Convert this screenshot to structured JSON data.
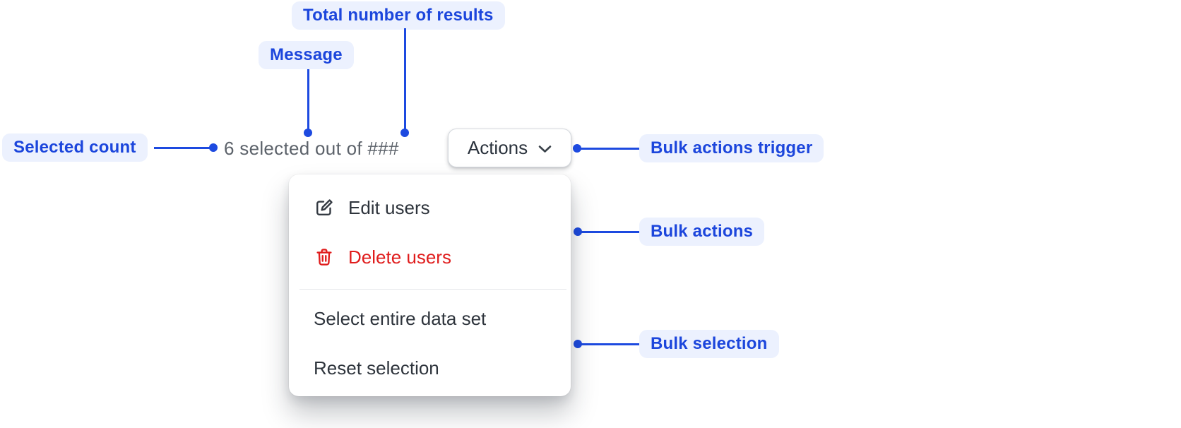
{
  "colors": {
    "annotation_blue": "#1d4ae0",
    "annotation_pill_bg": "#ecf1fe",
    "critical_red": "#e01d1d",
    "message_gray": "#5c626a",
    "menu_text": "#2e343c"
  },
  "annotations": {
    "total_results": {
      "label": "Total number of results"
    },
    "message": {
      "label": "Message"
    },
    "selected_count": {
      "label": "Selected count"
    },
    "bulk_actions_trigger": {
      "label": "Bulk actions trigger"
    },
    "bulk_actions": {
      "label": "Bulk actions"
    },
    "bulk_selection": {
      "label": "Bulk selection"
    }
  },
  "bulk_bar": {
    "message": "6 selected out of ###",
    "actions_button": {
      "label": "Actions",
      "icon": "chevron-down-icon"
    }
  },
  "menu": {
    "items": [
      {
        "label": "Edit users",
        "icon": "edit-icon",
        "tone": "default"
      },
      {
        "label": "Delete users",
        "icon": "trash-icon",
        "tone": "critical"
      },
      {
        "type": "divider"
      },
      {
        "label": "Select entire data set",
        "tone": "default"
      },
      {
        "label": "Reset selection",
        "tone": "default"
      }
    ]
  }
}
